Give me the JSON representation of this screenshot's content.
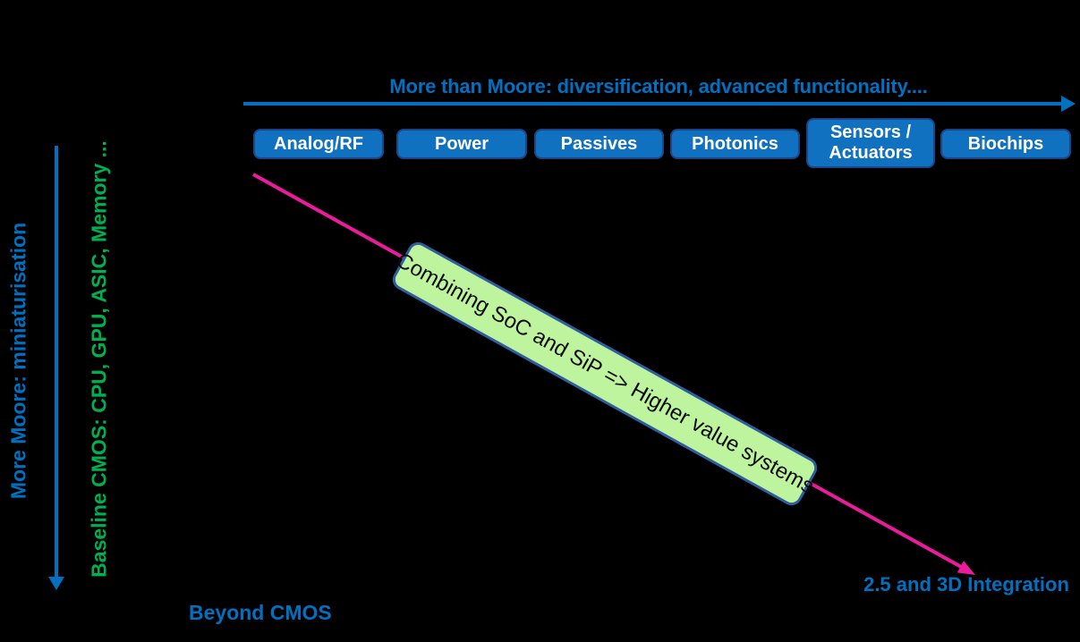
{
  "colors": {
    "background": "#000000",
    "blue_text": "#0070C0",
    "box_fill": "#1071C1",
    "box_border": "#1C4587",
    "box_text": "#FFFFFF",
    "green_text": "#00B050",
    "green_box_fill": "#BFF49E",
    "green_box_border": "#2E5E9E",
    "green_box_text": "#0B0B0B",
    "magenta": "#EB1C9C"
  },
  "top_axis": {
    "title": "More than Moore: diversification, advanced functionality....",
    "categories": [
      "Analog/RF",
      "Power",
      "Passives",
      "Photonics",
      "Sensors / Actuators",
      "Biochips"
    ]
  },
  "left_axis": {
    "more_moore_label": "More Moore: miniaturisation",
    "baseline_cmos_label": "Baseline CMOS: CPU, GPU, ASIC, Memory ..."
  },
  "diagonal": {
    "box_label": "Combining SoC and SiP => Higher value systems",
    "end_label": "2.5 and 3D Integration"
  },
  "bottom": {
    "beyond_cmos_label": "Beyond CMOS"
  }
}
